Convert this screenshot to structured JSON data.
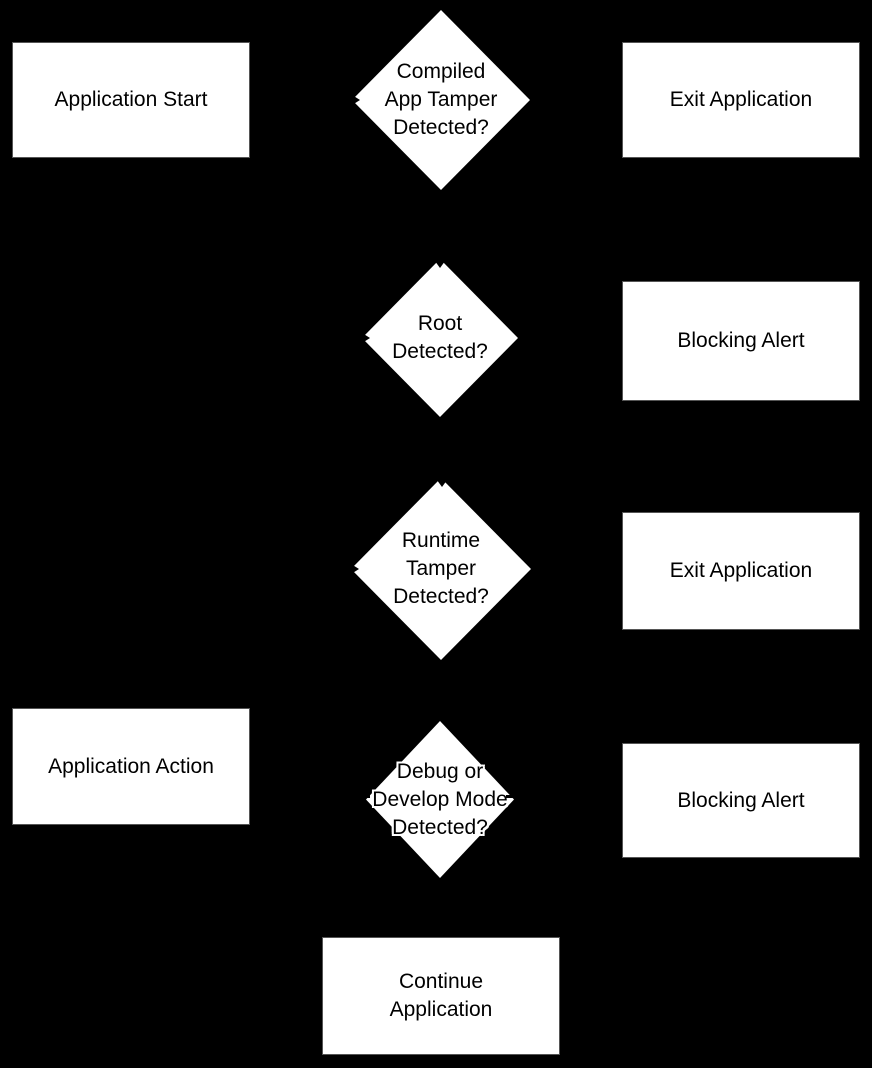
{
  "diagram": {
    "type": "flowchart",
    "background_color": "#000000",
    "node_fill_color": "#ffffff",
    "node_text_color": "#000000",
    "node_border_color": "#555555"
  },
  "nodes": [
    {
      "id": "application-start",
      "shape": "rectangle",
      "label": "Application Start"
    },
    {
      "id": "compiled-app-tamper-detected",
      "shape": "diamond",
      "label": "Compiled\nApp Tamper\nDetected?"
    },
    {
      "id": "exit-application-1",
      "shape": "rectangle",
      "label": "Exit Application"
    },
    {
      "id": "root-detected",
      "shape": "diamond",
      "label": "Root\nDetected?"
    },
    {
      "id": "blocking-alert-1",
      "shape": "rectangle",
      "label": "Blocking Alert"
    },
    {
      "id": "runtime-tamper-detected",
      "shape": "diamond",
      "label": "Runtime\nTamper\nDetected?"
    },
    {
      "id": "exit-application-2",
      "shape": "rectangle",
      "label": "Exit Application"
    },
    {
      "id": "application-action",
      "shape": "rectangle",
      "label": "Application Action"
    },
    {
      "id": "debug-develop-mode-detected",
      "shape": "diamond",
      "label": "Debug or\nDevelop Mode\nDetected?"
    },
    {
      "id": "blocking-alert-2",
      "shape": "rectangle",
      "label": "Blocking Alert"
    },
    {
      "id": "continue-application",
      "shape": "rectangle",
      "label": "Continue\nApplication"
    }
  ],
  "icons": [
    {
      "name": "arrowhead-right-icon",
      "glyph": "black right-pointing connector arrowhead"
    },
    {
      "name": "arrowhead-down-icon",
      "glyph": "black down-pointing connector arrowhead"
    }
  ]
}
